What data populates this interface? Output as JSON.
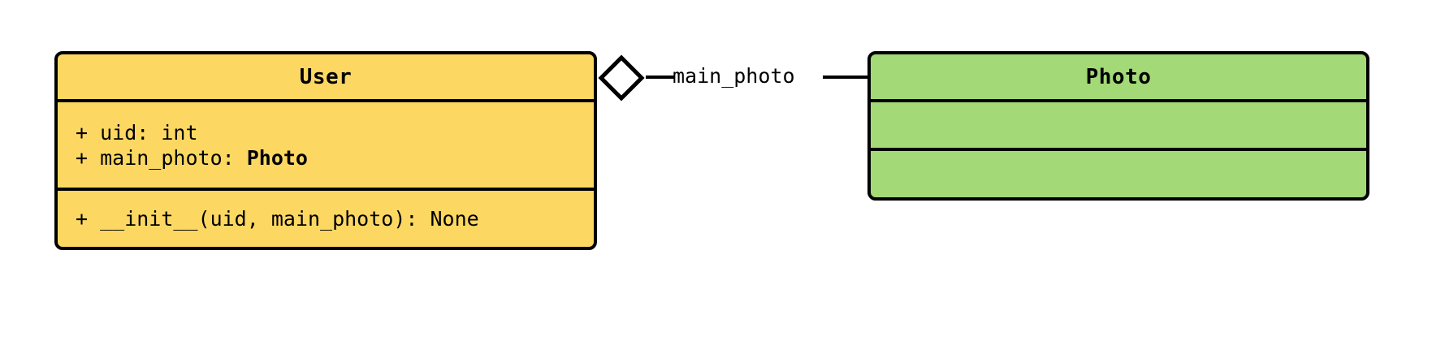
{
  "diagram": {
    "type": "uml-class-diagram",
    "background_color": "#ffffff",
    "classes": [
      {
        "id": "user",
        "name": "User",
        "fill_color": "#FCD862",
        "border_color": "#000000",
        "attributes": [
          {
            "visibility": "+",
            "text": "+ uid: int"
          },
          {
            "visibility": "+",
            "prefix": "+ main_photo: ",
            "type": "Photo"
          }
        ],
        "methods": [
          {
            "visibility": "+",
            "text": "+ __init__(uid, main_photo): None"
          }
        ]
      },
      {
        "id": "photo",
        "name": "Photo",
        "fill_color": "#A3D977",
        "border_color": "#000000",
        "attributes": [],
        "methods": []
      }
    ],
    "relationships": [
      {
        "id": "user-main-photo",
        "kind": "aggregation",
        "marker": "hollow-diamond",
        "source": "User",
        "target": "Photo",
        "label": "main_photo"
      }
    ]
  }
}
